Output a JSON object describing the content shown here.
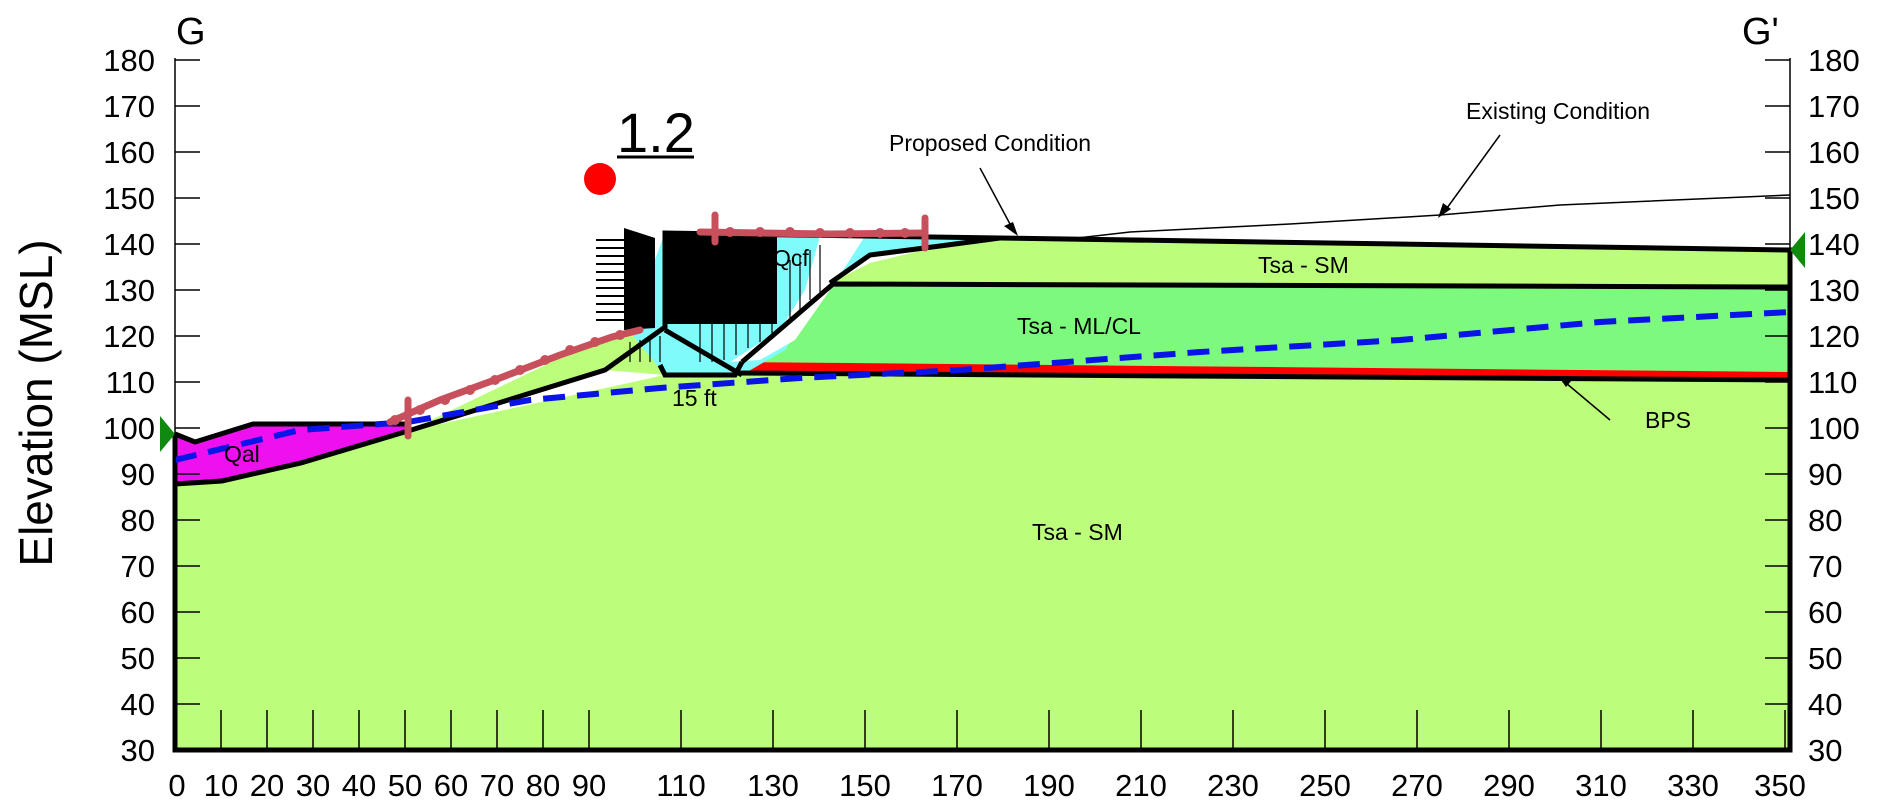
{
  "section": {
    "start_label": "G",
    "end_label": "G'"
  },
  "y_axis": {
    "label": "Elevation (MSL)",
    "ticks": [
      "30",
      "40",
      "50",
      "60",
      "70",
      "80",
      "90",
      "100",
      "110",
      "120",
      "130",
      "140",
      "150",
      "160",
      "170",
      "180"
    ]
  },
  "x_axis": {
    "ticks": [
      "0",
      "10",
      "20",
      "30",
      "40",
      "50",
      "60",
      "70",
      "80",
      "90",
      "110",
      "130",
      "150",
      "170",
      "190",
      "210",
      "230",
      "250",
      "270",
      "290",
      "310",
      "330",
      "350"
    ]
  },
  "factor_of_safety": {
    "value": "1.2",
    "marker_color": "#ff0000"
  },
  "annotations": {
    "proposed_condition": "Proposed Condition",
    "existing_condition": "Existing Condition",
    "bps": "BPS",
    "dim_15ft": "15 ft"
  },
  "units": {
    "qal": "Qal",
    "qcf": "Qcf",
    "tsa_sm_upper": "Tsa - SM",
    "tsa_ml_cl": "Tsa - ML/CL",
    "tsa_sm_lower": "Tsa - SM"
  },
  "colors": {
    "tsa_sm": "#bdfd7c",
    "tsa_ml_cl": "#7dfa7d",
    "qal": "#ee10ee",
    "qcf": "#7ffbfb",
    "bps": "#ff0000",
    "groundwater": "#0a14e6",
    "slip_surface": "#c8505c",
    "water_marker": "#0f8a0f"
  }
}
